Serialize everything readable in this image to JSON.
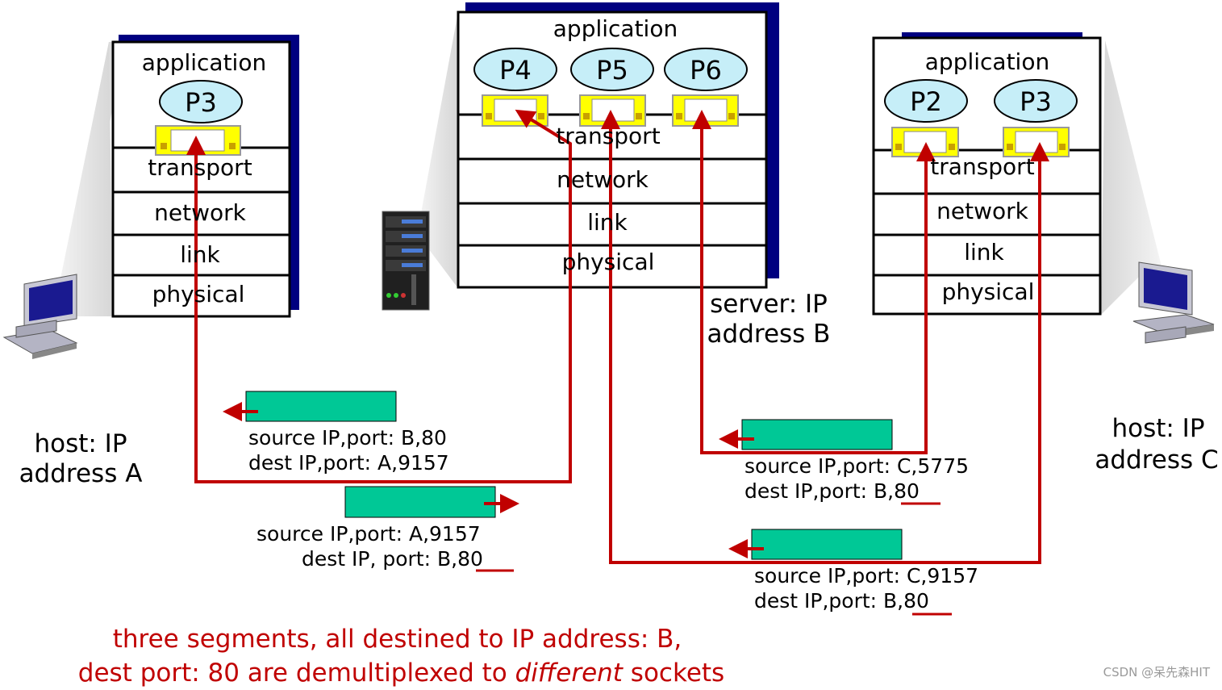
{
  "hosts": {
    "a": {
      "label_line1": "host: IP",
      "label_line2": "address A",
      "stack": [
        "application",
        "transport",
        "network",
        "link",
        "physical"
      ],
      "processes": [
        "P3"
      ]
    },
    "server": {
      "label_line1": "server: IP",
      "label_line2": "address B",
      "stack": [
        "application",
        "transport",
        "network",
        "link",
        "physical"
      ],
      "processes": [
        "P4",
        "P5",
        "P6"
      ]
    },
    "c": {
      "label_line1": "host: IP",
      "label_line2": "address C",
      "stack": [
        "application",
        "transport",
        "network",
        "link",
        "physical"
      ],
      "processes": [
        "P2",
        "P3"
      ]
    }
  },
  "segments": [
    {
      "src": "source IP,port: B,80",
      "dst": "dest IP,port: A,9157",
      "direction": "left"
    },
    {
      "src": "source IP,port: A,9157",
      "dst": "dest IP, port: B,80",
      "direction": "right"
    },
    {
      "src": "source IP,port: C,5775",
      "dst": "dest IP,port: B,80",
      "direction": "left"
    },
    {
      "src": "source IP,port: C,9157",
      "dst": "dest IP,port: B,80",
      "direction": "left"
    }
  ],
  "caption": {
    "line1": "three segments, all destined to IP address: B,",
    "line2_a": "dest port: 80 are demultiplexed to ",
    "line2_italic": "different",
    "line2_b": " sockets"
  },
  "watermark": "CSDN @呆先森HIT",
  "colors": {
    "path": "#c00000",
    "segment": "#00c896",
    "process": "#c6eef8",
    "socket": "#ffff00",
    "shadow": "#000080"
  }
}
